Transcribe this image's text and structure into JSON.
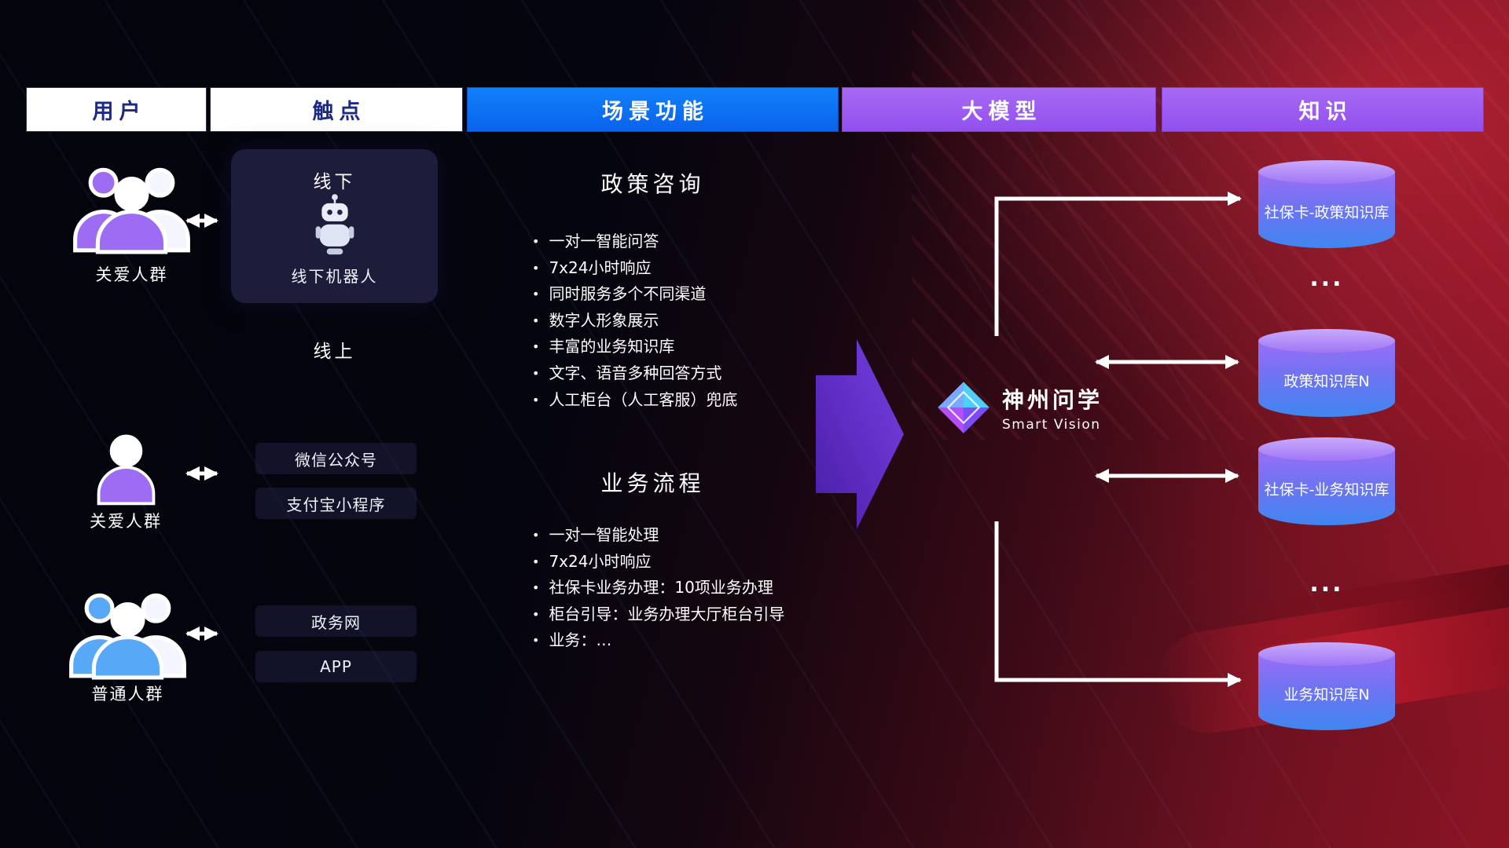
{
  "header": {
    "columns": [
      {
        "label": "用户"
      },
      {
        "label": "触点"
      },
      {
        "label": "场景功能"
      },
      {
        "label": "大模型"
      },
      {
        "label": "知识"
      }
    ]
  },
  "users": {
    "groups": [
      {
        "label": "关爱人群"
      },
      {
        "label": "关爱人群"
      },
      {
        "label": "普通人群"
      }
    ]
  },
  "touchpoints": {
    "offline": {
      "title": "线下",
      "robot_label": "线下机器人"
    },
    "online_title": "线上",
    "channels": [
      "微信公众号",
      "支付宝小程序",
      "政务网",
      "APP"
    ]
  },
  "scenarios": {
    "policy": {
      "title": "政策咨询",
      "items": [
        "一对一智能问答",
        "7x24小时响应",
        "同时服务多个不同渠道",
        "数字人形象展示",
        "丰富的业务知识库",
        "文字、语音多种回答方式",
        "人工柜台（人工客服）兜底"
      ]
    },
    "business": {
      "title": "业务流程",
      "items": [
        "一对一智能处理",
        "7x24小时响应",
        "社保卡业务办理：10项业务办理",
        "柜台引导：业务办理大厅柜台引导",
        "业务：…"
      ]
    }
  },
  "model": {
    "brand_cn": "神州问学",
    "brand_en": "Smart Vision"
  },
  "knowledge": {
    "databases": [
      {
        "label": "社保卡-政策知识库"
      },
      {
        "label": "政策知识库N"
      },
      {
        "label": "社保卡-业务知识库"
      },
      {
        "label": "业务知识库N"
      }
    ],
    "ellipsis": "..."
  },
  "colors": {
    "header_blue": "#0a6cf0",
    "header_purple": "#9c5bf0",
    "header_text_dark": "#1b2a85",
    "cylinder_top": "#b793f8",
    "cylinder_bottom": "#3f86f0",
    "person_purple": "#9d6cf3",
    "person_blue": "#57a8f7",
    "arrow_white": "#ffffff",
    "big_arrow_purple": "#6b34e0",
    "background_red": "#8c1424"
  }
}
